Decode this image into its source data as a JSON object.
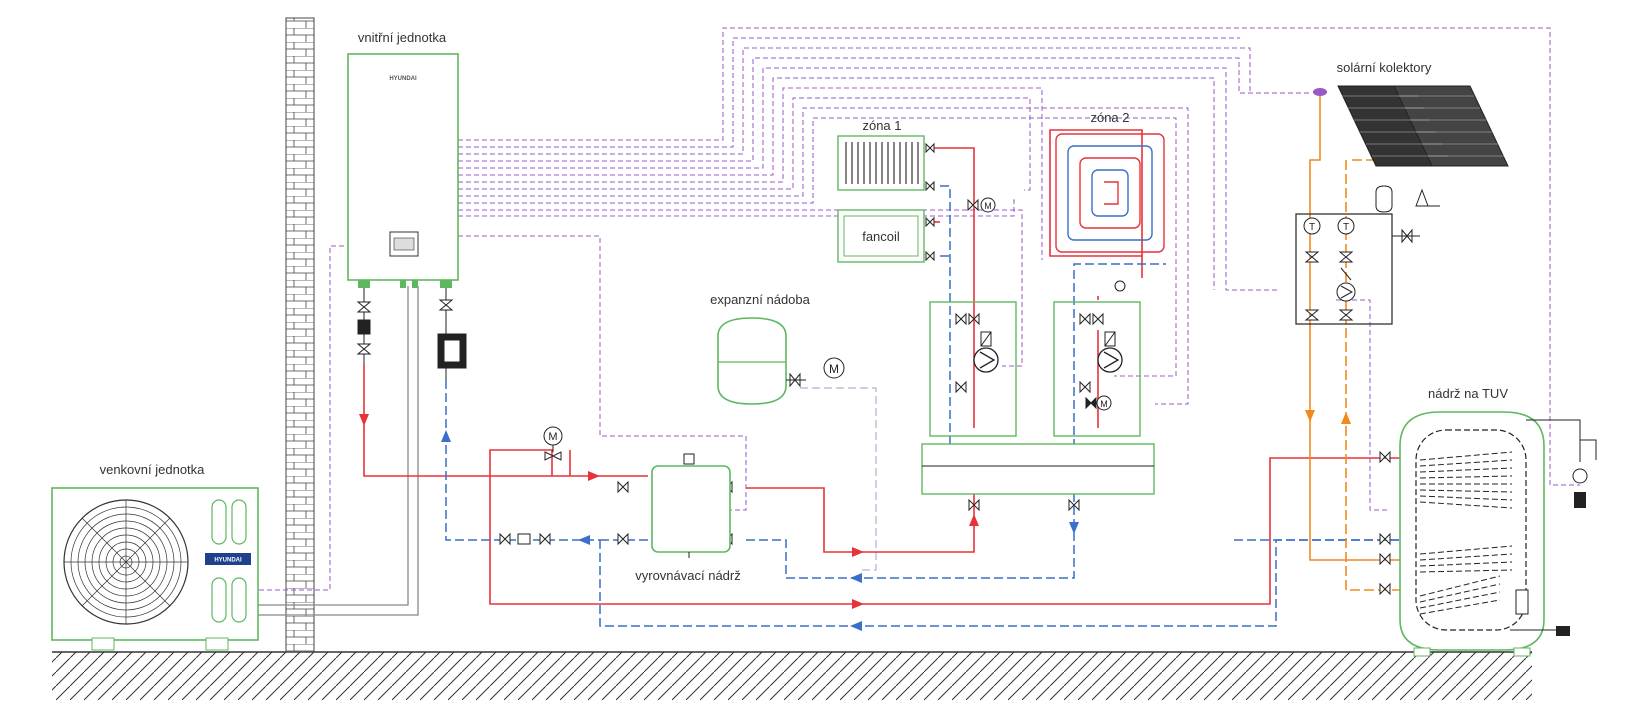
{
  "labels": {
    "indoor_unit": "vnitřní jednotka",
    "outdoor_unit": "venkovní jednotka",
    "zone1": "zóna 1",
    "zone2": "zóna 2",
    "fancoil": "fancoil",
    "expansion_vessel": "expanzní nádoba",
    "buffer_tank": "vyrovnávací nádrž",
    "solar_collectors": "solární kolektory",
    "dhw_tank": "nádrž na TUV"
  },
  "brand": "HYUNDAI",
  "symbols": {
    "motor": "M",
    "thermometer": "T"
  },
  "colors": {
    "housing": "#5fb85f",
    "supply": "#e8323a",
    "return": "#3b6fc9",
    "solar": "#f08a1e",
    "control": "#9b59c7",
    "grey_pipe": "#888888",
    "black": "#222222"
  }
}
